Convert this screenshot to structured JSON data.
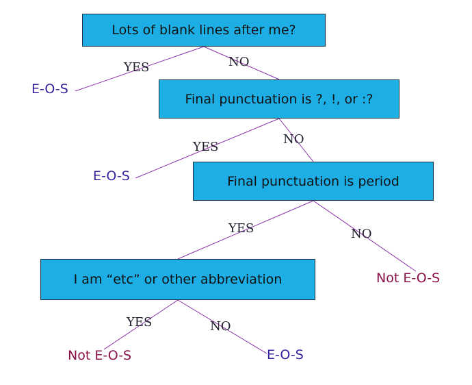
{
  "colors": {
    "node_fill": "#1eaee6",
    "node_border": "#1f2f3a",
    "edge_line": "#8a2fa8",
    "eos_text": "#3a1fa0",
    "not_eos_text": "#8b1048"
  },
  "nodes": {
    "q1": "Lots of blank lines after me?",
    "q2": "Final punctuation is ?, !, or :?",
    "q3": "Final punctuation is period",
    "q4": "I am “etc” or other abbreviation"
  },
  "edge_labels": {
    "q1_yes": "YES",
    "q1_no": "NO",
    "q2_yes": "YES",
    "q2_no": "NO",
    "q3_yes": "YES",
    "q3_no": "NO",
    "q4_yes": "YES",
    "q4_no": "NO"
  },
  "leaves": {
    "q1_yes": "E-O-S",
    "q2_yes": "E-O-S",
    "q3_no": "Not E-O-S",
    "q4_yes": "Not E-O-S",
    "q4_no": "E-O-S"
  }
}
